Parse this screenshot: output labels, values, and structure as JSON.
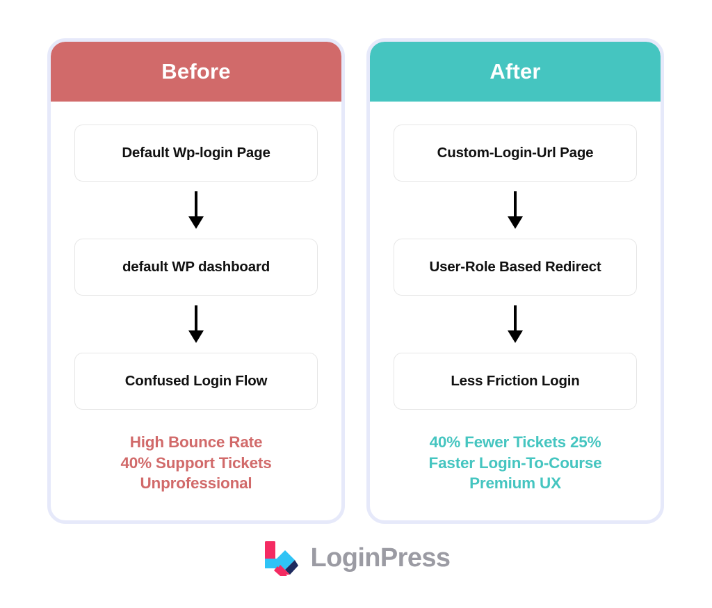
{
  "colors": {
    "before_accent": "#d16a6a",
    "after_accent": "#45c5c0",
    "panel_border": "#e6e9fa",
    "box_border": "#e6e6e6",
    "box_text": "#111111",
    "logo_word": "#9b9ba3",
    "logo_pink": "#f42b62",
    "logo_cyan": "#2fc3f5",
    "logo_navy": "#1d2a5e",
    "page_background": "#ffffff"
  },
  "panels": [
    {
      "id": "before",
      "title": "Before",
      "header_color": "#d16a6a",
      "accent_color": "#d16a6a",
      "steps": [
        "Default Wp-login Page",
        "default WP dashboard",
        "Confused Login Flow"
      ],
      "outcomes": [
        "High Bounce Rate",
        "40% Support Tickets",
        "Unprofessional"
      ]
    },
    {
      "id": "after",
      "title": "After",
      "header_color": "#45c5c0",
      "accent_color": "#45c5c0",
      "steps": [
        "Custom-Login-Url Page",
        "User-Role Based Redirect",
        "Less Friction Login"
      ],
      "outcomes": [
        "40% Fewer Tickets 25%",
        "Faster Login-To-Course",
        "Premium UX"
      ]
    }
  ],
  "footer": {
    "brand_name": "LoginPress",
    "logo_icon": "loginpress-l-arrow-logo"
  },
  "arrow_icon": "arrow-down-icon"
}
